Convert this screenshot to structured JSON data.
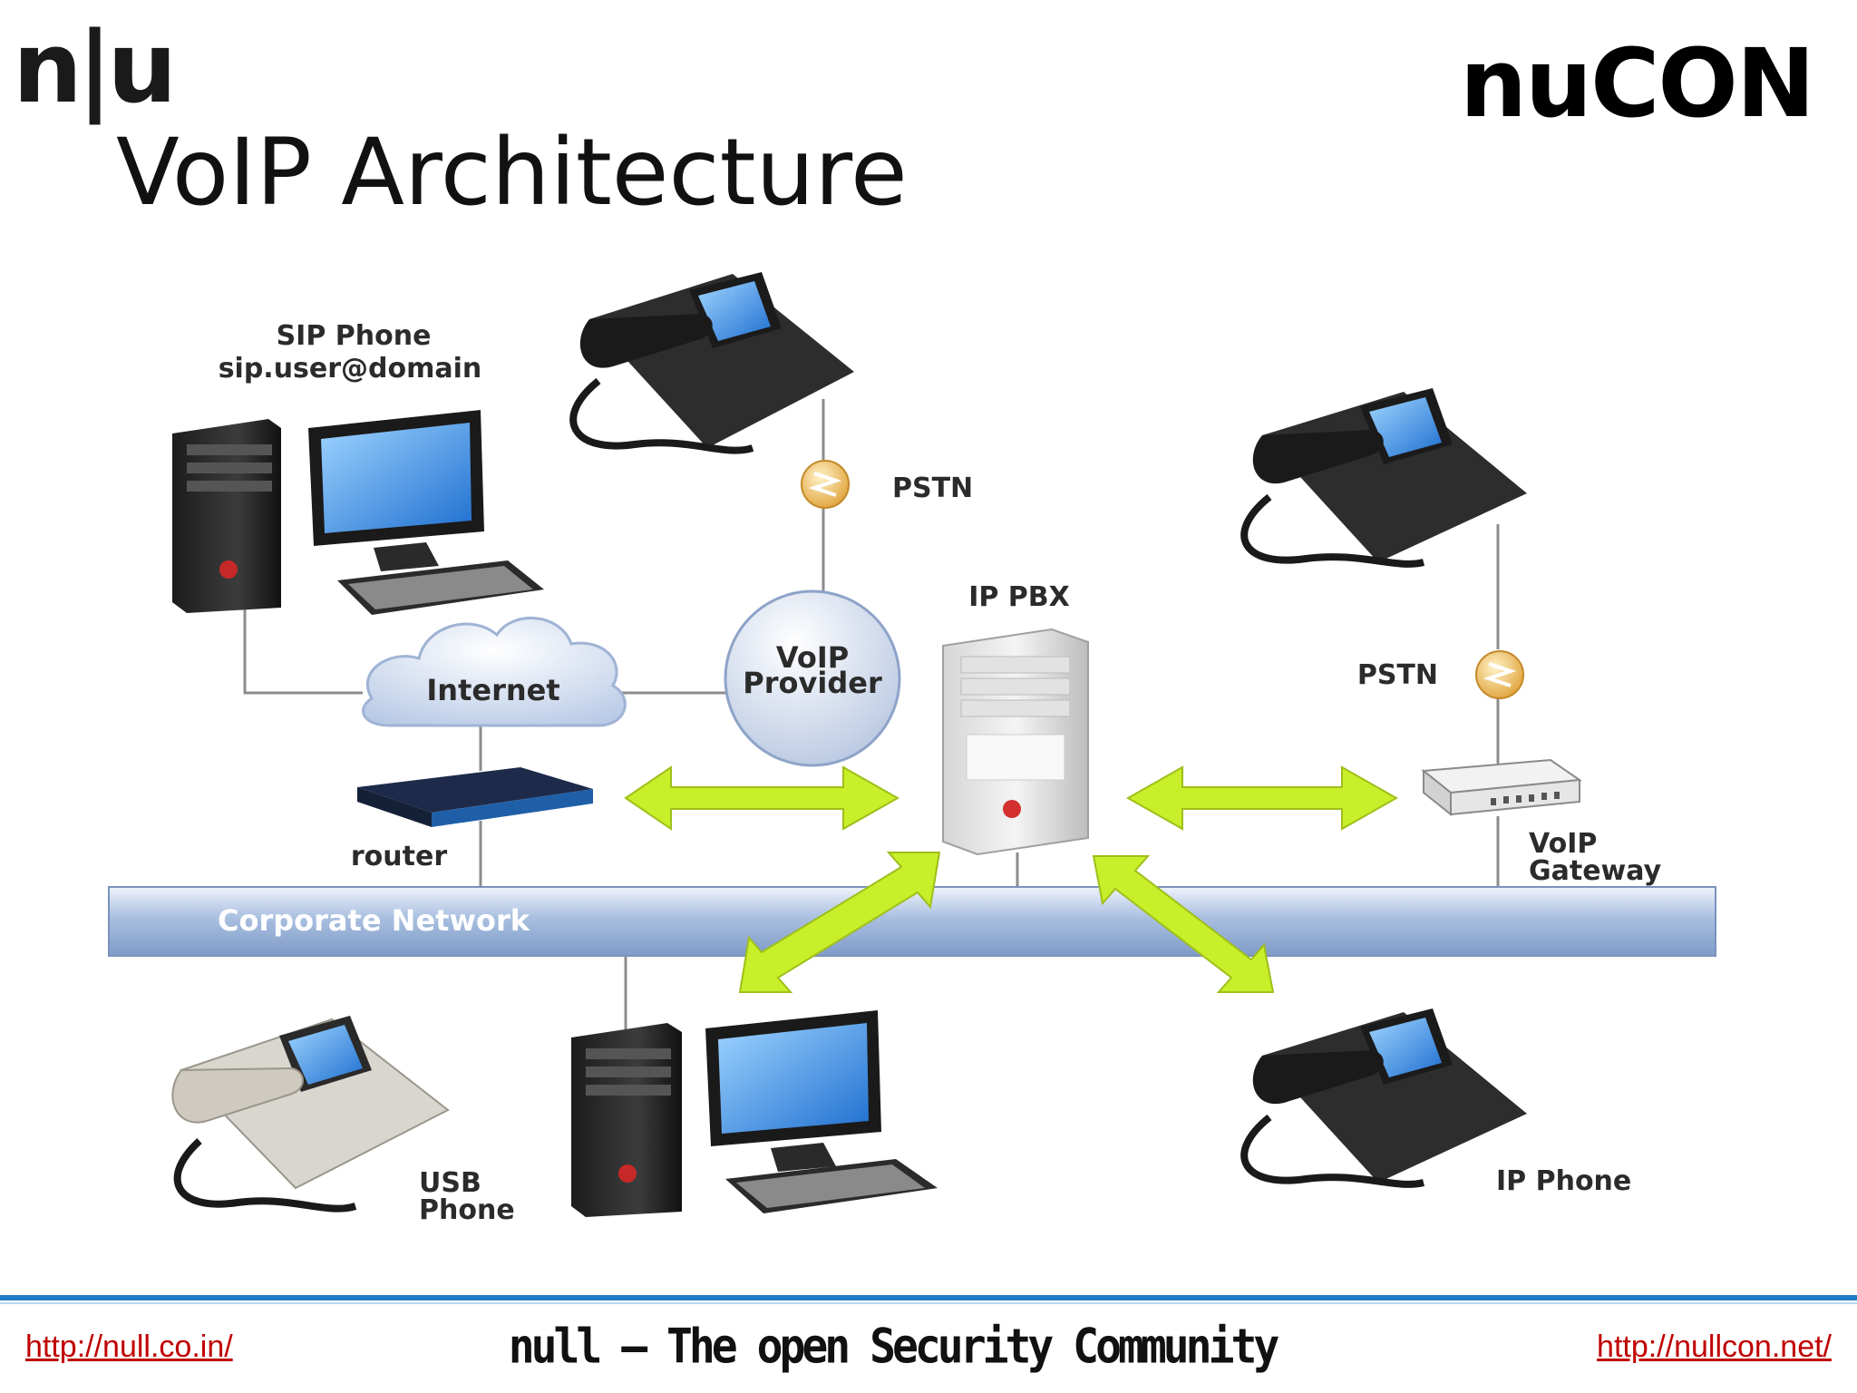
{
  "header": {
    "logo_left_text": "n|u",
    "logo_right_text": "nuCON",
    "title": "VoIP Architecture"
  },
  "diagram": {
    "labels": {
      "sip_phone_name": "SIP Phone",
      "sip_phone_address": "sip.user@domain",
      "pstn_top": "PSTN",
      "ip_pbx": "IP PBX",
      "voip_provider_line1": "VoIP",
      "voip_provider_line2": "Provider",
      "internet": "Internet",
      "pstn_right": "PSTN",
      "router": "router",
      "voip_gateway_line1": "VoIP",
      "voip_gateway_line2": "Gateway",
      "corporate_network": "Corporate Network",
      "usb_phone_line1": "USB",
      "usb_phone_line2": "Phone",
      "ip_phone": "IP Phone"
    },
    "colors": {
      "arrow": "#c8ef2a",
      "network_bar": "#9fb6d9",
      "connector": "#8c8c8c"
    }
  },
  "footer": {
    "url_left": "http://null.co.in/",
    "tagline": "null – The open Security Community",
    "url_right": "http://nullcon.net/"
  }
}
